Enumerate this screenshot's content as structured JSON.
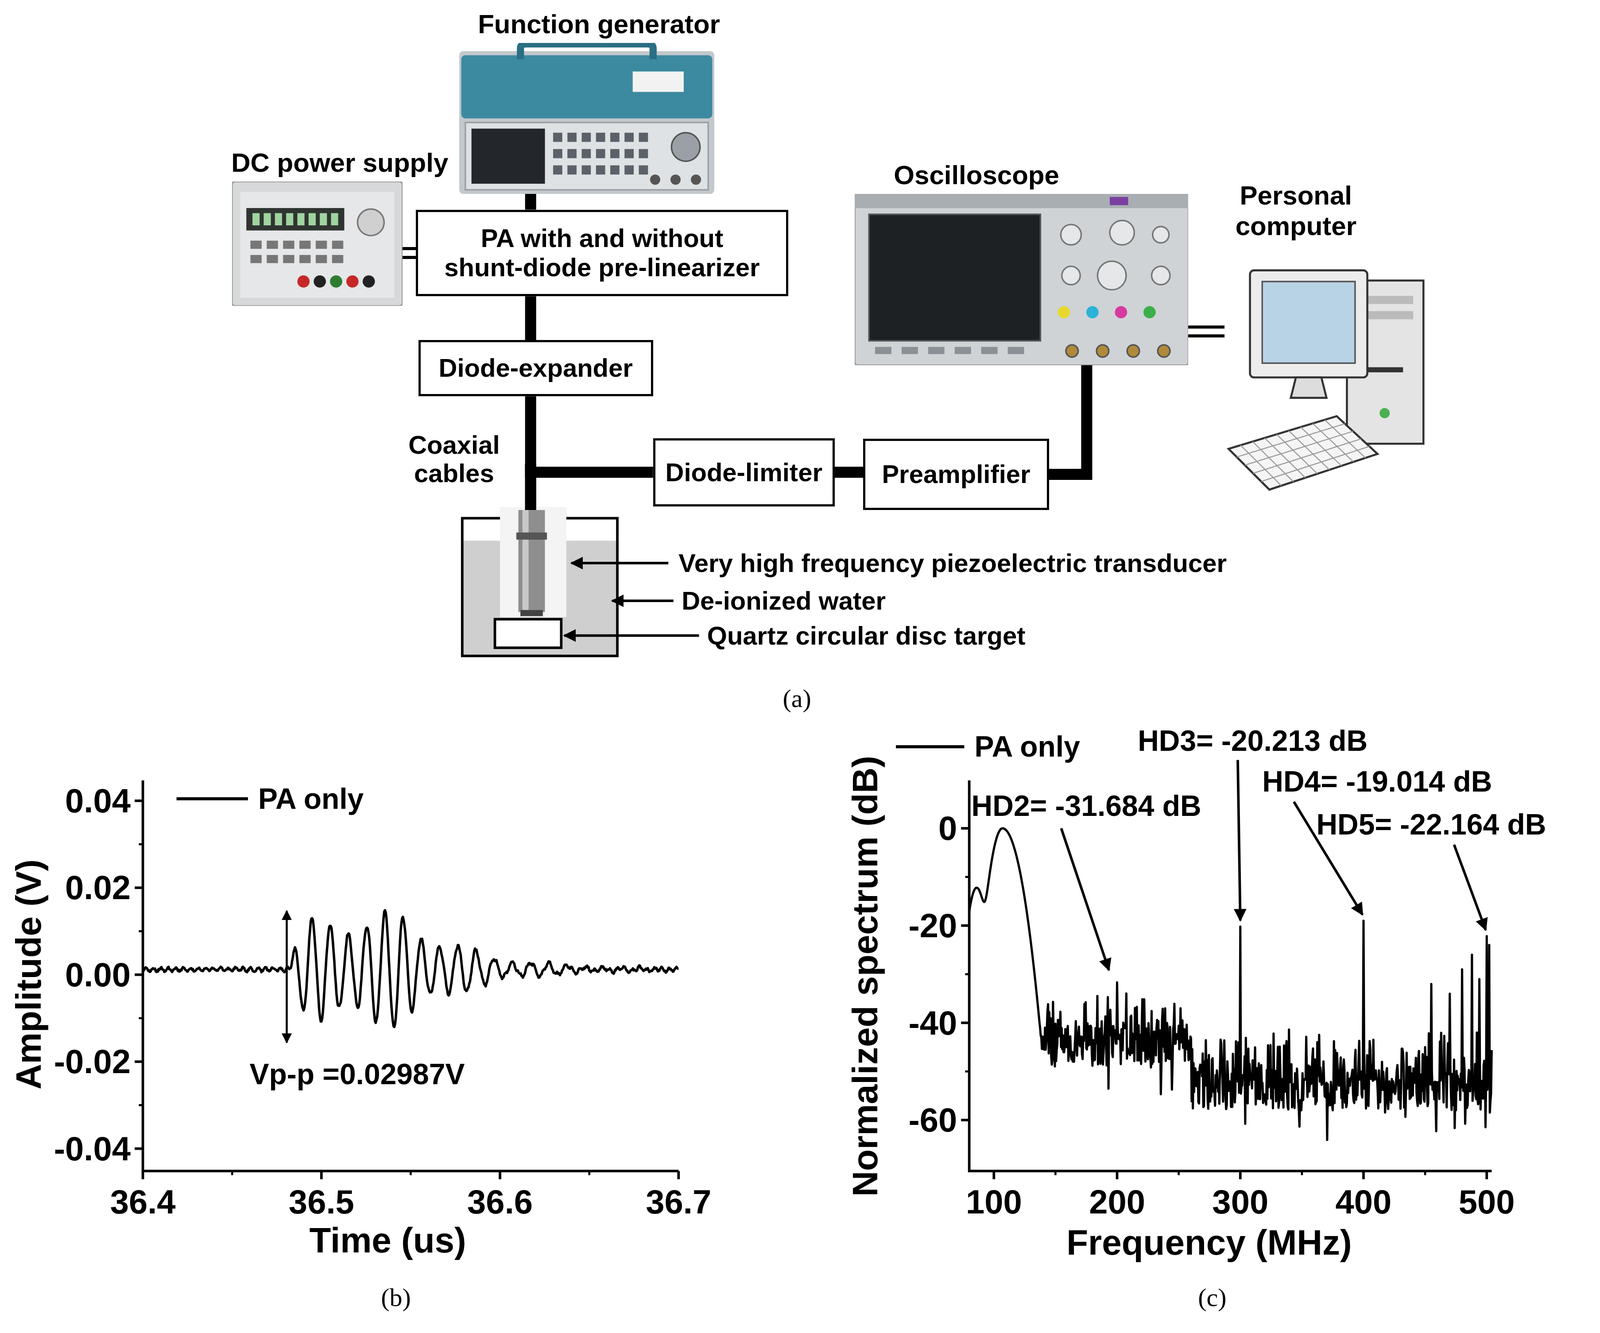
{
  "diagram": {
    "nodes": [
      {
        "text": [
          "Function generator"
        ]
      },
      {
        "text": [
          "DC power supply"
        ]
      },
      {
        "text": [
          "PA with and without shunt-diode pre-linearizer"
        ]
      },
      {
        "text": [
          "Diode-expander"
        ]
      },
      {
        "text": [
          "Diode-limiter"
        ]
      },
      {
        "text": [
          "Preamplifier"
        ]
      },
      {
        "text": [
          "Oscilloscope"
        ]
      },
      {
        "text": [
          "Personal computer"
        ]
      }
    ],
    "edges": [
      {
        "from": 0,
        "to": 2,
        "arrow": "none"
      },
      {
        "from": 1,
        "to": 2,
        "arrow": "none"
      },
      {
        "from": 2,
        "to": 3,
        "arrow": "none"
      },
      {
        "from": 3,
        "to": 4,
        "arrow": "none"
      },
      {
        "from": 4,
        "to": 5,
        "arrow": "none"
      },
      {
        "from": 5,
        "to": 6,
        "arrow": "none"
      },
      {
        "from": 6,
        "to": 7,
        "arrow": "none"
      }
    ],
    "labels": [
      "Coaxial cables",
      "Very high frequency piezoelectric transducer",
      "De-ionized water",
      "Quartz circular disc target",
      "(a)",
      "0.04",
      "0.02",
      "0.00",
      "-0.02",
      "-0.04",
      "36.4",
      "36.5",
      "36.6",
      "36.7",
      "Amplitude (V)",
      "Time (us)",
      "Vp-p =0.02987V",
      "(b)",
      "0",
      "-20",
      "-40",
      "-60",
      "100",
      "200",
      "300",
      "400",
      "500",
      "Normalized spectrum (dB)",
      "Frequency (MHz)",
      "HD2= -31.684 dB",
      "HD3= -20.213 dB",
      "HD4= -19.014 dB",
      "HD5= -22.164 dB",
      "(c)"
    ],
    "legend": [
      {
        "text": "PA only"
      },
      {
        "text": "PA only"
      }
    ]
  }
}
